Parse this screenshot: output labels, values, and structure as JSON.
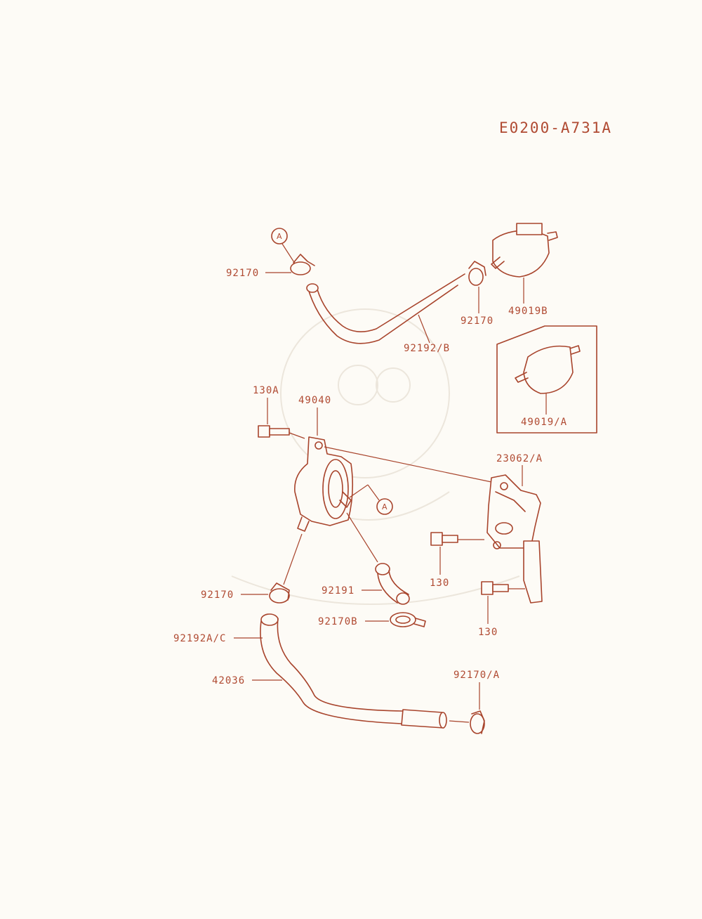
{
  "diagram_code": "E0200-A731A",
  "callout_letter": "A",
  "colors": {
    "ink": "#b04a32",
    "paper": "#fdfbf6"
  },
  "labels": {
    "clamp_top_left": "92170",
    "clamp_top_right": "92170",
    "filter_top": "49019B",
    "hose_top": "92192/B",
    "filter_inset": "49019/A",
    "bolt_130a": "130A",
    "pump": "49040",
    "bracket": "23062/A",
    "bolt_130_upper": "130",
    "bolt_130_lower": "130",
    "clamp_pump_outlet": "92170",
    "hose_short": "92191",
    "clamp_b": "92170B",
    "hose_ac": "92192A/C",
    "hose_long": "42036",
    "clamp_end": "92170/A"
  }
}
